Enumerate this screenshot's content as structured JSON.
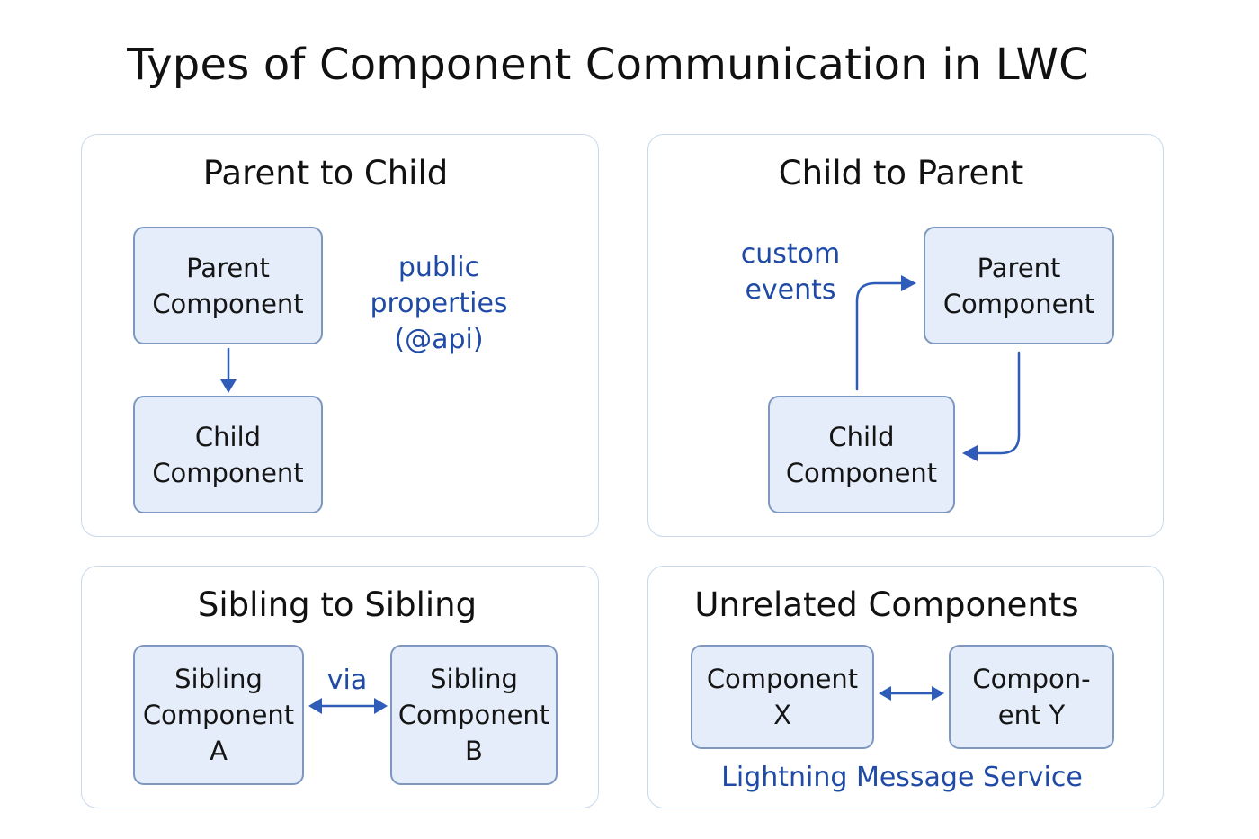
{
  "title": "Types of Component Communication in LWC",
  "colors": {
    "panel_border": "#c9d8ea",
    "node_fill": "#e4edf9",
    "node_border": "#7d97bf",
    "arrow": "#2e5cb8",
    "note_text": "#1f4aa6"
  },
  "panels": {
    "parent_to_child": {
      "heading": "Parent to Child",
      "parent": [
        "Parent",
        "Component"
      ],
      "child": [
        "Child",
        "Component"
      ],
      "note": [
        "public",
        "properties",
        "(@api)"
      ]
    },
    "child_to_parent": {
      "heading": "Child to Parent",
      "parent": [
        "Parent",
        "Component"
      ],
      "child": [
        "Child",
        "Component"
      ],
      "note": [
        "custom",
        "events"
      ]
    },
    "sibling_to_sibling": {
      "heading": "Sibling to Sibling",
      "sibling_a": [
        "Sibling",
        "Component",
        "A"
      ],
      "sibling_b": [
        "Sibling",
        "Component",
        "B"
      ],
      "note": "via"
    },
    "unrelated_components": {
      "heading": "Unrelated Components",
      "component_x": [
        "Component",
        "X"
      ],
      "component_y": [
        "Compon-",
        "ent Y"
      ],
      "note": "Lightning Message Service"
    }
  }
}
